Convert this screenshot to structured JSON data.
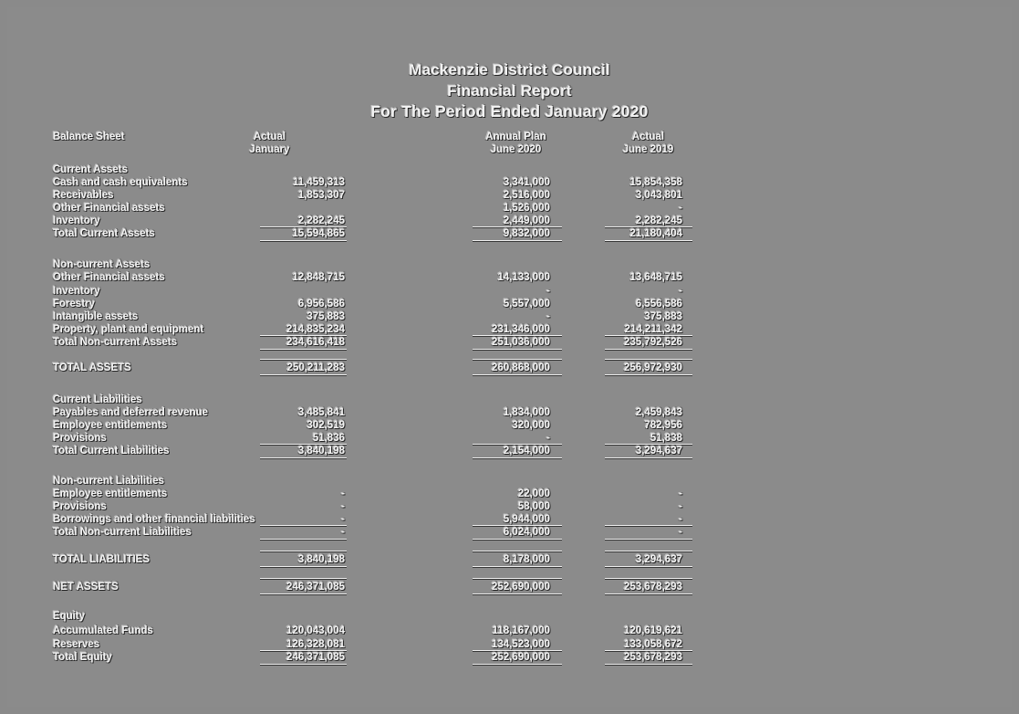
{
  "document": {
    "title_line1": "Mackenzie District Council",
    "title_line2": "Financial Report",
    "title_line3": "For The Period Ended January 2020"
  },
  "header": {
    "statement_label": "Balance Sheet",
    "columns": [
      {
        "line1": "Actual",
        "line2": "January"
      },
      {
        "line1": "Annual Plan",
        "line2": "June 2020"
      },
      {
        "line1": "Actual",
        "line2": "June 2019"
      }
    ]
  },
  "sections": [
    {
      "heading": "Current Assets",
      "rows": [
        {
          "label": "Cash and cash equivalents",
          "v1": "11,459,313",
          "v2": "3,341,000",
          "v3": "15,854,358"
        },
        {
          "label": "Receivables",
          "v1": "1,853,307",
          "v2": "2,516,000",
          "v3": "3,043,801"
        },
        {
          "label": "Other Financial assets",
          "v1": "",
          "v2": "1,526,000",
          "v3": "-"
        },
        {
          "label": "Inventory",
          "v1": "2,282,245",
          "v2": "2,449,000",
          "v3": "2,282,245"
        }
      ],
      "total": {
        "label": "Total Current Assets",
        "v1": "15,594,865",
        "v2": "9,832,000",
        "v3": "21,180,404"
      }
    },
    {
      "heading": "Non-current Assets",
      "rows": [
        {
          "label": "Other Financial assets",
          "v1": "12,848,715",
          "v2": "14,133,000",
          "v3": "13,648,715"
        },
        {
          "label": "Inventory",
          "v1": "",
          "v2": "-",
          "v3": "-"
        },
        {
          "label": "Forestry",
          "v1": "6,956,586",
          "v2": "5,557,000",
          "v3": "6,556,586"
        },
        {
          "label": "Intangible assets",
          "v1": "375,883",
          "v2": "-",
          "v3": "375,883"
        },
        {
          "label": "Property, plant and equipment",
          "v1": "214,835,234",
          "v2": "231,346,000",
          "v3": "214,211,342"
        }
      ],
      "total": {
        "label": "Total Non-current Assets",
        "v1": "234,616,418",
        "v2": "251,036,000",
        "v3": "235,792,526"
      }
    }
  ],
  "total_assets": {
    "label": "TOTAL ASSETS",
    "v1": "250,211,283",
    "v2": "260,868,000",
    "v3": "256,972,930"
  },
  "liabilities": [
    {
      "heading": "Current Liabilities",
      "rows": [
        {
          "label": "Payables and deferred revenue",
          "v1": "3,485,841",
          "v2": "1,834,000",
          "v3": "2,459,843"
        },
        {
          "label": "Employee entitlements",
          "v1": "302,519",
          "v2": "320,000",
          "v3": "782,956"
        },
        {
          "label": "Provisions",
          "v1": "51,836",
          "v2": "-",
          "v3": "51,838"
        }
      ],
      "total": {
        "label": "Total Current Liabilities",
        "v1": "3,840,198",
        "v2": "2,154,000",
        "v3": "3,294,637"
      }
    },
    {
      "heading": "Non-current Liabilities",
      "rows": [
        {
          "label": "Employee entitlements",
          "v1": "-",
          "v2": "22,000",
          "v3": "-"
        },
        {
          "label": "Provisions",
          "v1": "-",
          "v2": "58,000",
          "v3": "-"
        },
        {
          "label": "Borrowings and other financial liabilities",
          "v1": "-",
          "v2": "5,944,000",
          "v3": "-"
        }
      ],
      "total": {
        "label": "Total Non-current Liabilities",
        "v1": "-",
        "v2": "6,024,000",
        "v3": "-"
      }
    }
  ],
  "total_liabilities": {
    "label": "TOTAL LIABILITIES",
    "v1": "3,840,198",
    "v2": "8,178,000",
    "v3": "3,294,637"
  },
  "net_assets": {
    "label": "NET ASSETS",
    "v1": "246,371,085",
    "v2": "252,690,000",
    "v3": "253,678,293"
  },
  "equity": {
    "heading": "Equity",
    "rows": [
      {
        "label": "Accumulated Funds",
        "v1": "120,043,004",
        "v2": "118,167,000",
        "v3": "120,619,621"
      },
      {
        "label": "Reserves",
        "v1": "126,328,081",
        "v2": "134,523,000",
        "v3": "133,058,672"
      }
    ],
    "total": {
      "label": "Total Equity",
      "v1": "246,371,085",
      "v2": "252,690,000",
      "v3": "253,678,293"
    }
  },
  "colors": {
    "page_background": "#8b8b8b",
    "frame_background": "#8a8a8a",
    "text": "#f2f2f2"
  }
}
